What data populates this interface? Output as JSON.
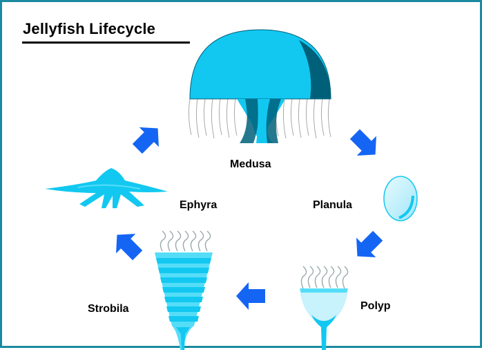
{
  "title": "Jellyfish Lifecycle",
  "stages": {
    "medusa": "Medusa",
    "planula": "Planula",
    "polyp": "Polyp",
    "strobila": "Strobila",
    "ephyra": "Ephyra"
  },
  "colors": {
    "frame": "#1a8aa0",
    "light_cyan": "#55ddf8",
    "bright_cyan": "#12c8f0",
    "dark_teal": "#00607a",
    "pale_cyan": "#c8f2fc",
    "arrow_blue": "#1565f5"
  },
  "icons": [
    "arrow-icon"
  ]
}
